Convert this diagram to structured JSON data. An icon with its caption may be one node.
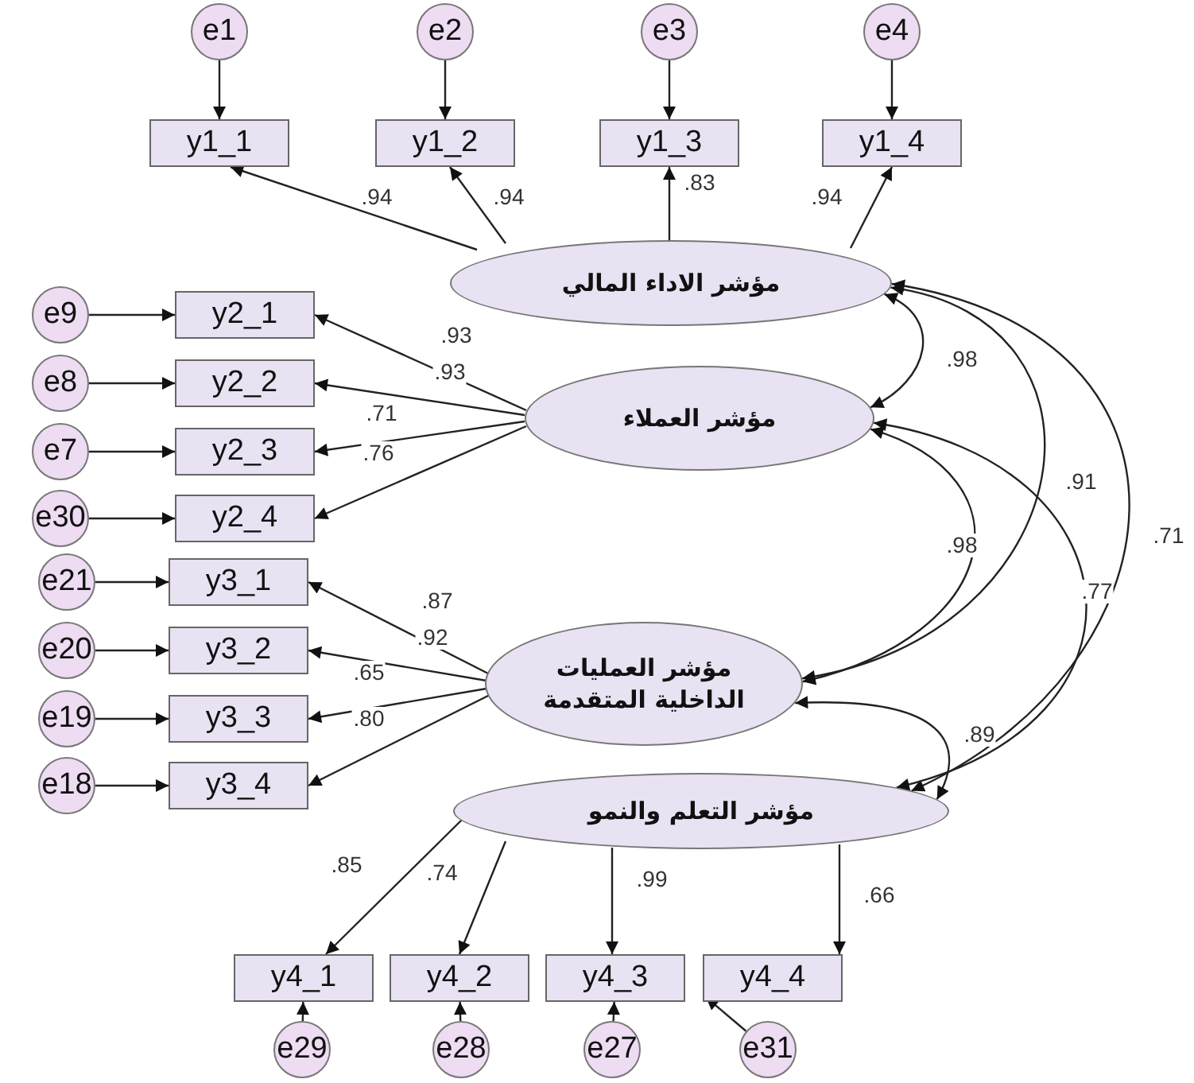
{
  "diagram": {
    "nodes": [
      {
        "text": [
          "e1"
        ]
      },
      {
        "text": [
          "e2"
        ]
      },
      {
        "text": [
          "e3"
        ]
      },
      {
        "text": [
          "e4"
        ]
      },
      {
        "text": [
          "y1_1"
        ]
      },
      {
        "text": [
          "y1_2"
        ]
      },
      {
        "text": [
          "y1_3"
        ]
      },
      {
        "text": [
          "y1_4"
        ]
      },
      {
        "text": [
          "مؤشر الاداء المالي"
        ]
      },
      {
        "text": [
          "e9"
        ]
      },
      {
        "text": [
          "e8"
        ]
      },
      {
        "text": [
          "e7"
        ]
      },
      {
        "text": [
          "e30"
        ]
      },
      {
        "text": [
          "y2_1"
        ]
      },
      {
        "text": [
          "y2_2"
        ]
      },
      {
        "text": [
          "y2_3"
        ]
      },
      {
        "text": [
          "y2_4"
        ]
      },
      {
        "text": [
          "مؤشر العملاء"
        ]
      },
      {
        "text": [
          "e21"
        ]
      },
      {
        "text": [
          "e20"
        ]
      },
      {
        "text": [
          "e19"
        ]
      },
      {
        "text": [
          "e18"
        ]
      },
      {
        "text": [
          "y3_1"
        ]
      },
      {
        "text": [
          "y3_2"
        ]
      },
      {
        "text": [
          "y3_3"
        ]
      },
      {
        "text": [
          "y3_4"
        ]
      },
      {
        "text": [
          "مؤشر العمليات الداخلية المتقدمة"
        ]
      },
      {
        "text": [
          "مؤشر التعلم والنمو"
        ]
      },
      {
        "text": [
          "y4_1"
        ]
      },
      {
        "text": [
          "y4_2"
        ]
      },
      {
        "text": [
          "y4_3"
        ]
      },
      {
        "text": [
          "y4_4"
        ]
      },
      {
        "text": [
          "e29"
        ]
      },
      {
        "text": [
          "e28"
        ]
      },
      {
        "text": [
          "e27"
        ]
      },
      {
        "text": [
          "e31"
        ]
      }
    ],
    "edges": [
      {
        "from": 0,
        "to": 4,
        "arrow": "to"
      },
      {
        "from": 1,
        "to": 5,
        "arrow": "to"
      },
      {
        "from": 2,
        "to": 6,
        "arrow": "to"
      },
      {
        "from": 3,
        "to": 7,
        "arrow": "to"
      },
      {
        "from": 8,
        "to": 4,
        "arrow": "to",
        "label": ".94"
      },
      {
        "from": 8,
        "to": 5,
        "arrow": "to",
        "label": ".94"
      },
      {
        "from": 8,
        "to": 6,
        "arrow": "to",
        "label": ".83"
      },
      {
        "from": 8,
        "to": 7,
        "arrow": "to",
        "label": ".94"
      },
      {
        "from": 9,
        "to": 13,
        "arrow": "to"
      },
      {
        "from": 10,
        "to": 14,
        "arrow": "to"
      },
      {
        "from": 11,
        "to": 15,
        "arrow": "to"
      },
      {
        "from": 12,
        "to": 16,
        "arrow": "to"
      },
      {
        "from": 17,
        "to": 13,
        "arrow": "to",
        "label": ".93"
      },
      {
        "from": 17,
        "to": 14,
        "arrow": "to",
        "label": ".93"
      },
      {
        "from": 17,
        "to": 15,
        "arrow": "to",
        "label": ".71"
      },
      {
        "from": 17,
        "to": 16,
        "arrow": "to",
        "label": ".76"
      },
      {
        "from": 18,
        "to": 22,
        "arrow": "to"
      },
      {
        "from": 19,
        "to": 23,
        "arrow": "to"
      },
      {
        "from": 20,
        "to": 24,
        "arrow": "to"
      },
      {
        "from": 21,
        "to": 25,
        "arrow": "to"
      },
      {
        "from": 26,
        "to": 22,
        "arrow": "to",
        "label": ".87"
      },
      {
        "from": 26,
        "to": 23,
        "arrow": "to",
        "label": ".92"
      },
      {
        "from": 26,
        "to": 24,
        "arrow": "to",
        "label": ".65"
      },
      {
        "from": 26,
        "to": 25,
        "arrow": "to",
        "label": ".80"
      },
      {
        "from": 27,
        "to": 28,
        "arrow": "to",
        "label": ".85"
      },
      {
        "from": 27,
        "to": 29,
        "arrow": "to",
        "label": ".74"
      },
      {
        "from": 27,
        "to": 30,
        "arrow": "to",
        "label": ".99"
      },
      {
        "from": 27,
        "to": 31,
        "arrow": "to",
        "label": ".66"
      },
      {
        "from": 32,
        "to": 28,
        "arrow": "to"
      },
      {
        "from": 33,
        "to": 29,
        "arrow": "to"
      },
      {
        "from": 34,
        "to": 30,
        "arrow": "to"
      },
      {
        "from": 35,
        "to": 31,
        "arrow": "to"
      },
      {
        "from": 8,
        "to": 17,
        "arrow": "both",
        "label": ".98"
      },
      {
        "from": 8,
        "to": 26,
        "arrow": "both",
        "label": ".91"
      },
      {
        "from": 8,
        "to": 27,
        "arrow": "both",
        "label": ".71"
      },
      {
        "from": 17,
        "to": 26,
        "arrow": "both",
        "label": ".98"
      },
      {
        "from": 17,
        "to": 27,
        "arrow": "both",
        "label": ".77"
      },
      {
        "from": 26,
        "to": 27,
        "arrow": "both",
        "label": ".89"
      }
    ]
  }
}
